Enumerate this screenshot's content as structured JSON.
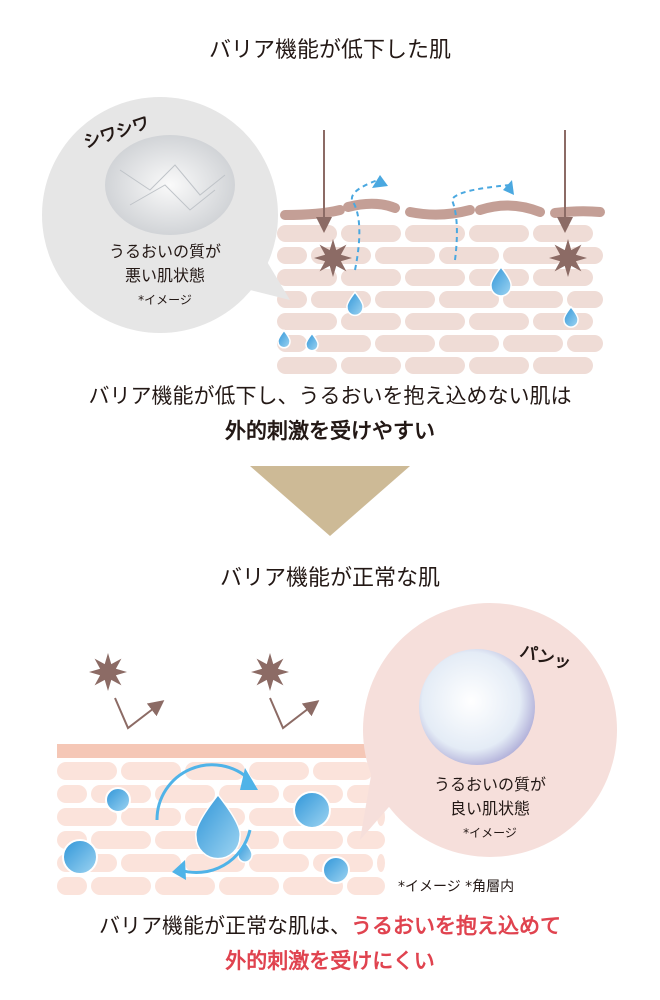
{
  "top": {
    "title": "バリア機能が低下した肌",
    "bubble": {
      "exclaim": "シワシワ",
      "line1": "うるおいの質が",
      "line2": "悪い肌状態",
      "note": "*イメージ"
    },
    "caption_line1": "バリア機能が低下し、うるおいを抱え込めない肌は",
    "caption_line2": "外的刺激を受けやすい"
  },
  "bottom": {
    "title": "バリア機能が正常な肌",
    "bubble": {
      "exclaim": "パンッ",
      "line1": "うるおいの質が",
      "line2": "良い肌状態",
      "note": "*イメージ"
    },
    "footnote": "*イメージ *角層内",
    "caption_line1_plain": "バリア機能が正常な肌は、",
    "caption_line1_red": "うるおいを抱え込めて",
    "caption_line2": "外的刺激を受けにくい"
  },
  "colors": {
    "accent_red": "#e0434f",
    "arrow_tan": "#cbb994",
    "stimulus_brown": "#8c6b65",
    "water_blue": "#4aa8e0"
  }
}
